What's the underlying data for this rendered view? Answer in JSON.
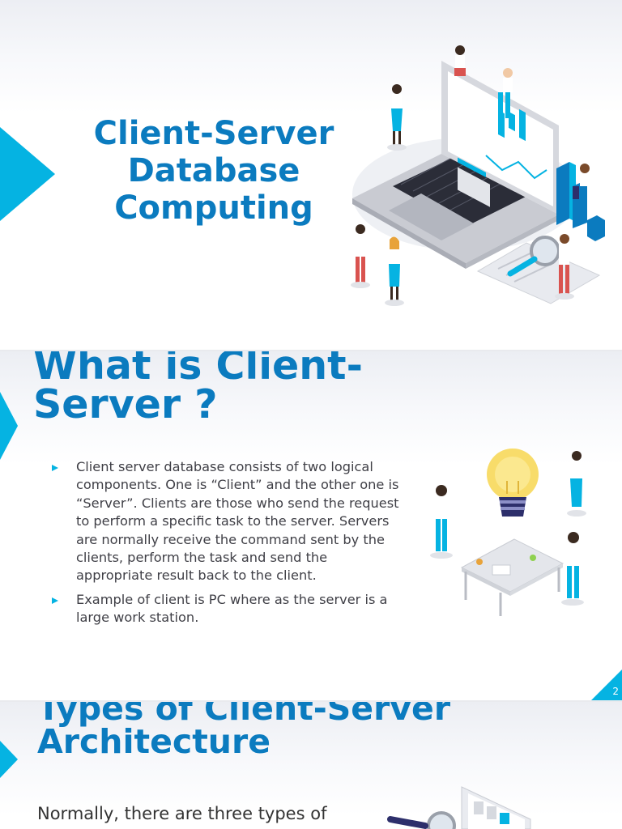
{
  "slide1": {
    "title": "Client-Server Database Computing"
  },
  "slide2": {
    "title": "What is Client-Server ?",
    "bullets": [
      "Client server database consists of two logical components. One is “Client” and the other one is “Server”. Clients are those who send the request to perform a specific task to the server. Servers are normally receive the command sent by the clients, perform the task and send the appropriate result back to the client.",
      "Example of client is PC where as the server is a large work station."
    ],
    "page_number": "2"
  },
  "slide3": {
    "title": "Types of Client-Server Architecture",
    "paragraph": "Normally, there are three types of"
  },
  "colors": {
    "accent": "#05b3e2",
    "title": "#0b7bbf",
    "body_text": "#3f3f46"
  },
  "icons": [
    "laptop-team-illustration",
    "lightbulb-meeting-illustration",
    "monitor-magnifier-illustration",
    "bullet-arrow-icon"
  ]
}
